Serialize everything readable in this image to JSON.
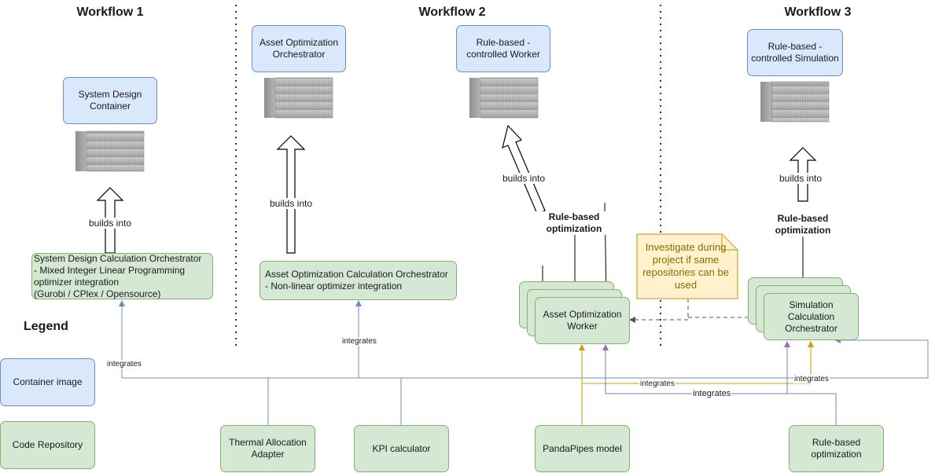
{
  "workflows": {
    "w1": "Workflow 1",
    "w2": "Workflow 2",
    "w3": "Workflow 3"
  },
  "containers": {
    "system_design": "System Design\nContainer",
    "asset_orchestrator": "Asset Optimization\nOrchestrator",
    "rule_worker": "Rule-based -\ncontrolled Worker",
    "rule_simulation": "Rule-based -\ncontrolled Simulation"
  },
  "repositories": {
    "system_design_calc": "System Design Calculation Orchestrator\n  - Mixed Integer Linear Programming\n    optimizer integration\n     (Gurobi /    CPlex / Opensource)",
    "asset_calc": "Asset Optimization Calculation Orchestrator\n  - Non-linear optimizer integration",
    "asset_worker": "Asset Optimization\nWorker",
    "simulation_calc": "Simulation\nCalculation\nOrchestrator",
    "thermal": "Thermal Allocation\nAdapter",
    "kpi": "KPI calculator",
    "pandapipes": "PandaPipes model",
    "rule_based": "Rule-based\noptimization"
  },
  "labels": {
    "builds_into": "builds into",
    "integrates": "integrates",
    "rule_based_optimization": "Rule-based\noptimization"
  },
  "note": "Investigate during\nproject if same\nrepositories can be\nused",
  "legend": {
    "title": "Legend",
    "container_image": "Container image",
    "code_repository": "Code Repository"
  },
  "colors": {
    "container_fill": "#dae8fc",
    "container_stroke": "#6c8ebf",
    "repo_fill": "#d5e8d4",
    "repo_stroke": "#82b366",
    "note_fill": "#fff2cc",
    "note_stroke": "#d6b656",
    "blue_line": "#6c8ebf",
    "gold_line": "#d79b00",
    "purple_line": "#9673a6"
  }
}
